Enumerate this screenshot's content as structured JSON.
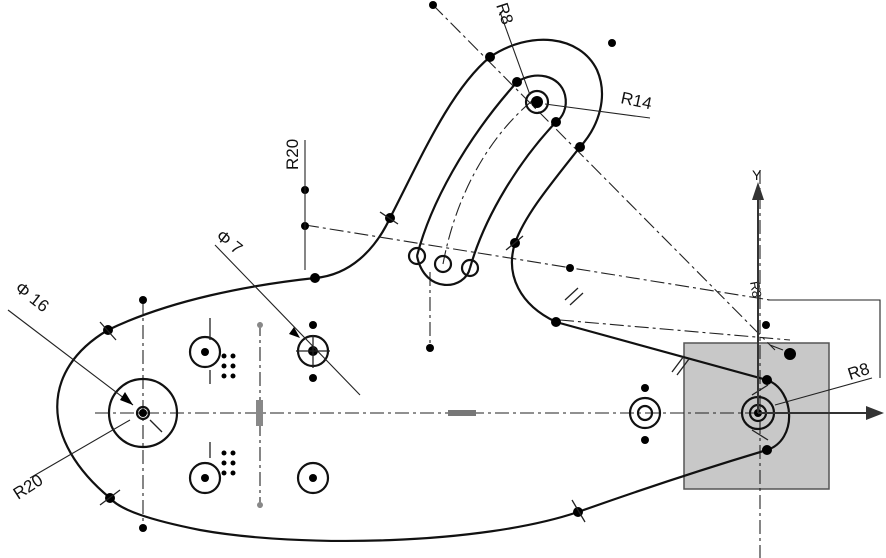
{
  "sketch": {
    "dimensions": {
      "d16": "Φ 16",
      "d7": "Φ 7",
      "r20_left": "R20",
      "r20_top": "R20",
      "r8_top": "R8",
      "r14": "R14",
      "r8_right": "R8",
      "r8_small": "R8"
    },
    "axis": {
      "y_label": "Y"
    },
    "colors": {
      "outline": "#111111",
      "origin_block": "#c8c8c8",
      "points": "#000000"
    }
  }
}
